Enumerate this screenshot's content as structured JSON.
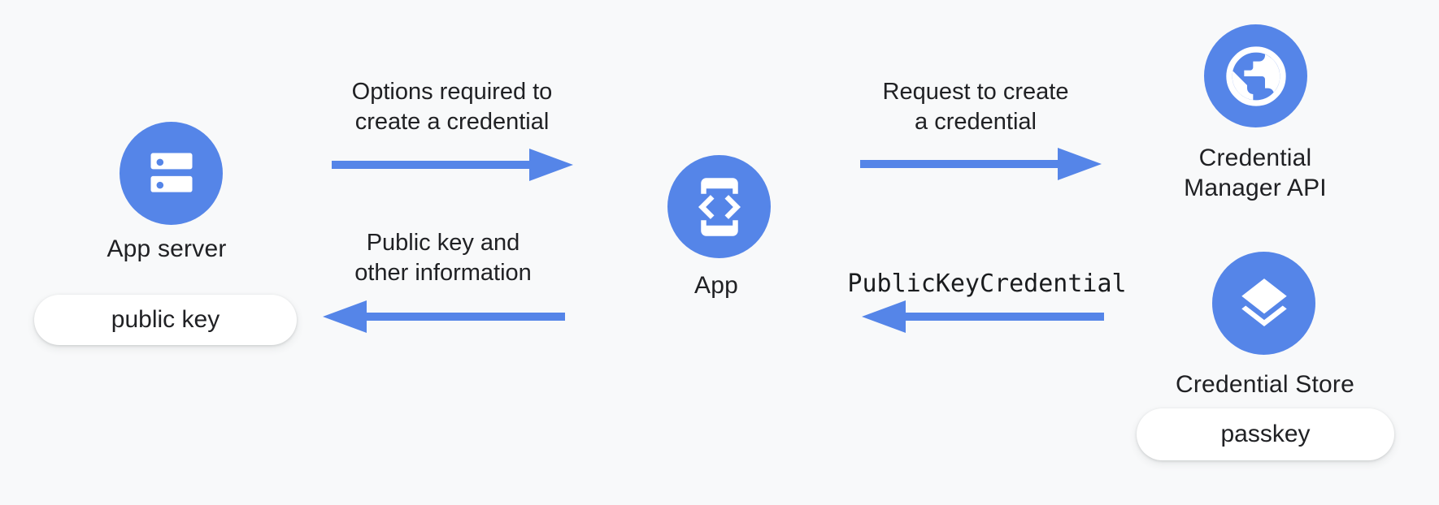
{
  "colors": {
    "accent_blue": "#5585E8",
    "background": "#f8f9fa",
    "pill_background": "#ffffff",
    "text": "#202124"
  },
  "nodes": {
    "app_server": {
      "label": "App server",
      "icon": "server-icon"
    },
    "app": {
      "label": "App",
      "icon": "phone-code-icon"
    },
    "credential_manager": {
      "label_line1": "Credential",
      "label_line2": "Manager API",
      "icon": "globe-icon"
    },
    "credential_store": {
      "label": "Credential Store",
      "icon": "layers-icon"
    }
  },
  "pills": {
    "public_key": {
      "label": "public key"
    },
    "passkey": {
      "label": "passkey"
    }
  },
  "arrows": {
    "options": {
      "line1": "Options required to",
      "line2": "create a credential",
      "direction": "right"
    },
    "request": {
      "line1": "Request to create",
      "line2": "a credential",
      "direction": "right"
    },
    "public_key_credential": {
      "label": "PublicKeyCredential",
      "direction": "left"
    },
    "public_key_info": {
      "line1": "Public key and",
      "line2": "other information",
      "direction": "left"
    }
  }
}
